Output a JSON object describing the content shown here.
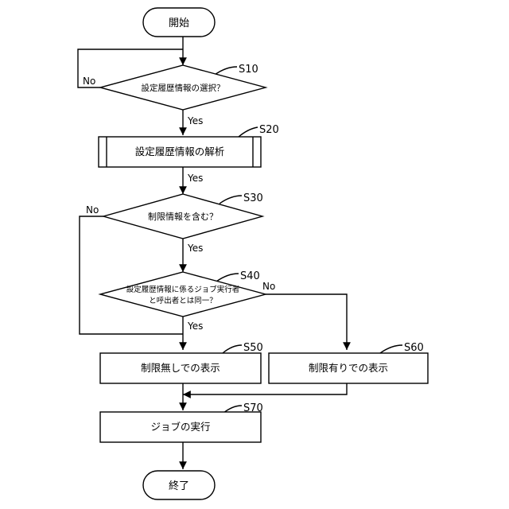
{
  "start": "開始",
  "end": "終了",
  "steps": {
    "s10": {
      "id": "S10",
      "text": "設定履歴情報の選択？"
    },
    "s20": {
      "id": "S20",
      "text": "設定履歴情報の解析"
    },
    "s30": {
      "id": "S30",
      "text": "制限情報を含む？"
    },
    "s40": {
      "id": "S40",
      "line1": "設定履歴情報に係るジョブ実行者",
      "line2": "と呼出者とは同一？"
    },
    "s50": {
      "id": "S50",
      "text": "制限無しでの表示"
    },
    "s60": {
      "id": "S60",
      "text": "制限有りでの表示"
    },
    "s70": {
      "id": "S70",
      "text": "ジョブの実行"
    }
  },
  "labels": {
    "s10_no": "No",
    "s10_yes": "Yes",
    "s20_out": "Yes",
    "s30_no": "No",
    "s30_yes": "Yes",
    "s40_no": "No",
    "s40_yes": "Yes"
  }
}
